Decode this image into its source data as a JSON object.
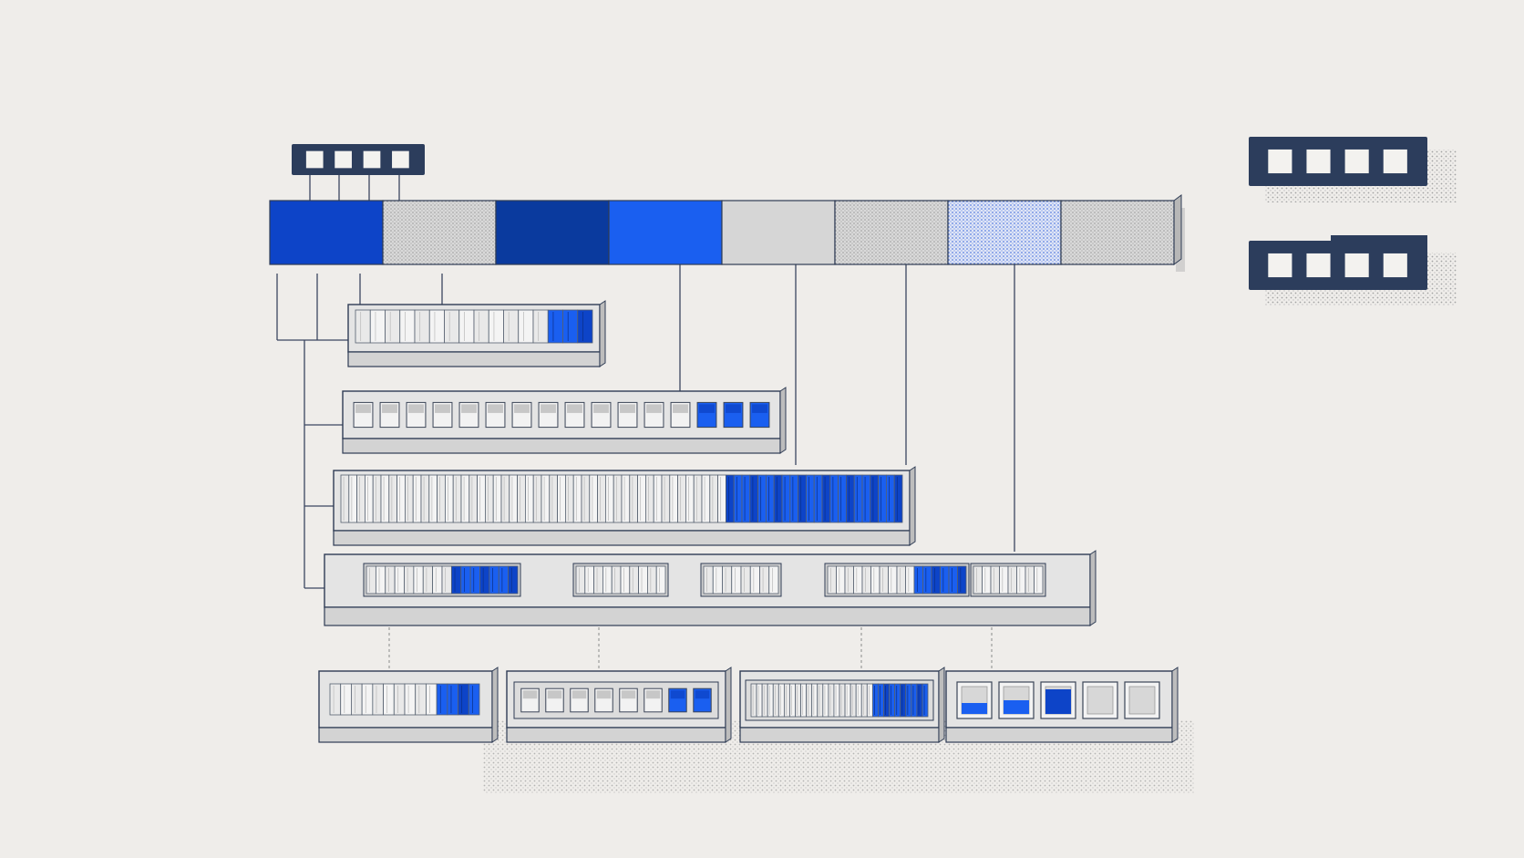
{
  "colors": {
    "background": "#efedea",
    "navy": "#2c3d5c",
    "blue_dark": "#0a3a9e",
    "blue_mid": "#0d44c8",
    "blue_bright": "#1a5ff0",
    "blue_pale": "#c9d4f2",
    "grey_light": "#d6d6d6",
    "grey_mid": "#c3c3c3",
    "outline": "#2f3c55"
  },
  "top_bar": {
    "segments": [
      {
        "fill": "blue_mid"
      },
      {
        "fill": "grey_dotted"
      },
      {
        "fill": "blue_dark"
      },
      {
        "fill": "blue_bright"
      },
      {
        "fill": "grey_light"
      },
      {
        "fill": "grey_dotted"
      },
      {
        "fill": "blue_pale_dotted"
      },
      {
        "fill": "grey_dotted"
      }
    ]
  },
  "badges": [
    {
      "slots": 4
    },
    {
      "slots": 4
    },
    {
      "slots": 4
    }
  ],
  "tiers": [
    {
      "cell_style": "slat",
      "cells": 16,
      "highlighted": 3
    },
    {
      "cell_style": "box",
      "cells": 16,
      "highlighted": 3
    },
    {
      "cell_style": "slat",
      "cells": 70,
      "highlighted": 22
    },
    {
      "cell_style": "groups",
      "groups": [
        {
          "cells": 16,
          "highlighted": 7
        },
        {
          "cells": 10,
          "highlighted": 0
        },
        {
          "cells": 8,
          "highlighted": 0
        },
        {
          "cells": 16,
          "highlighted": 6
        },
        {
          "cells": 8,
          "highlighted": 0
        }
      ]
    }
  ],
  "bottom_row": [
    {
      "cell_style": "slat",
      "cells": 14,
      "highlighted": 4
    },
    {
      "cell_style": "box",
      "cells": 8,
      "highlighted": 2
    },
    {
      "cell_style": "slat",
      "cells": 32,
      "highlighted": 10
    },
    {
      "cell_style": "box_large",
      "cells": 5,
      "fill_levels": [
        0.4,
        0.5,
        0.9,
        0,
        0
      ]
    }
  ]
}
